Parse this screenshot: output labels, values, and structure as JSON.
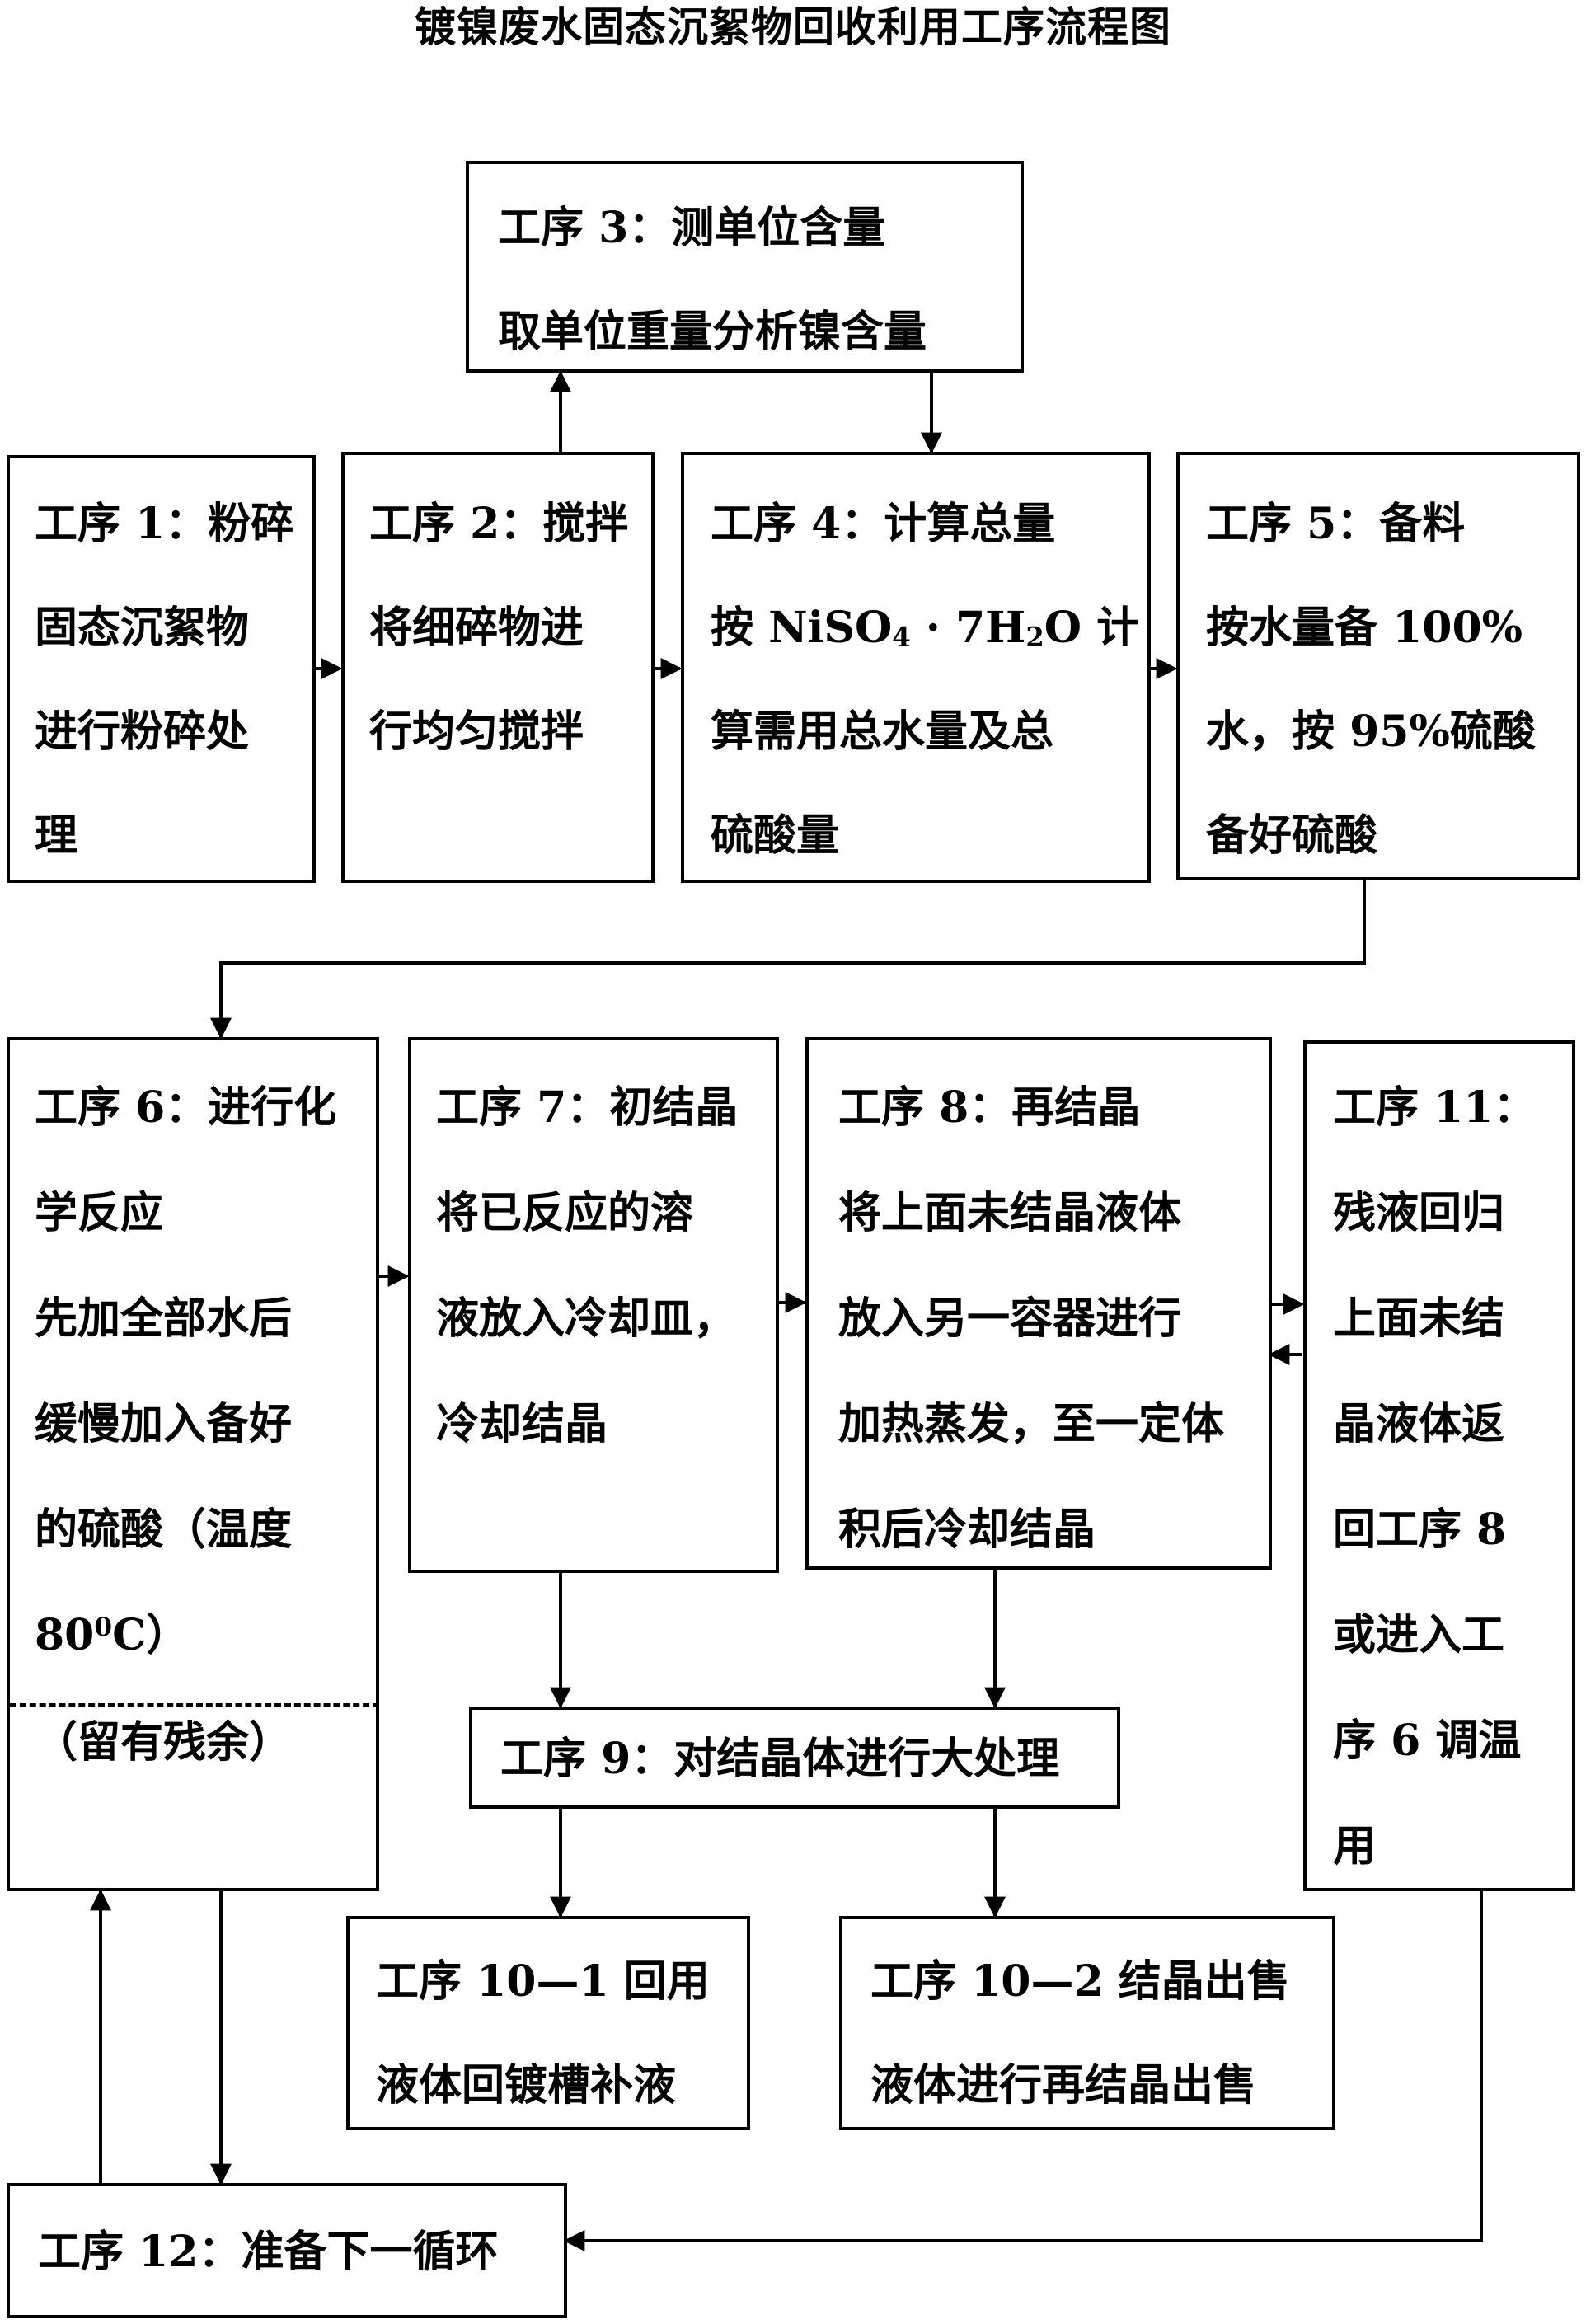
{
  "title": "镀镍废水固态沉絮物回收利用工序流程图",
  "steps": {
    "s1": {
      "label": "工序 1：粉碎",
      "lines": [
        "固态沉絮物",
        "进行粉碎处",
        "理"
      ]
    },
    "s2": {
      "label": "工序 2：搅拌",
      "lines": [
        "将细碎物进",
        "行均匀搅拌"
      ]
    },
    "s3": {
      "label": "工序 3：测单位含量",
      "lines": [
        "取单位重量分析镍含量"
      ]
    },
    "s4": {
      "label": "工序 4：计算总量",
      "formula": {
        "pre": "按 NiSO",
        "sub1": "4",
        "mid": " · 7H",
        "sub2": "2",
        "post": "O 计"
      },
      "lines": [
        "算需用总水量及总",
        "硫酸量"
      ]
    },
    "s5": {
      "label": "工序 5：备料",
      "lines": [
        "按水量备 100%",
        "水，按 95%硫酸",
        "备好硫酸"
      ]
    },
    "s6": {
      "label": "工序 6：进行化",
      "lines": [
        "学反应",
        "先加全部水后",
        "缓慢加入备好",
        "的硫酸（温度"
      ],
      "temp": {
        "num": "80",
        "sup": "0",
        "unit": "C）"
      },
      "note": "（留有残余）"
    },
    "s7": {
      "label": "工序 7：初结晶",
      "lines": [
        "将已反应的溶",
        "液放入冷却皿，",
        "冷却结晶"
      ]
    },
    "s8": {
      "label": "工序 8：再结晶",
      "lines": [
        "将上面未结晶液体",
        "放入另一容器进行",
        "加热蒸发，至一定体",
        "积后冷却结晶"
      ]
    },
    "s9": {
      "label": "工序 9：对结晶体进行大处理"
    },
    "s10a": {
      "label": "工序 10—1 回用",
      "lines": [
        "液体回镀槽补液"
      ]
    },
    "s10b": {
      "label": "工序 10—2 结晶出售",
      "lines": [
        "液体进行再结晶出售"
      ]
    },
    "s11": {
      "label": "工序 11：",
      "lines": [
        "残液回归",
        "上面未结",
        "晶液体返",
        "回工序 8",
        "或进入工",
        "序 6 调温",
        "用"
      ]
    },
    "s12": {
      "label": "工序 12：准备下一循环"
    }
  }
}
